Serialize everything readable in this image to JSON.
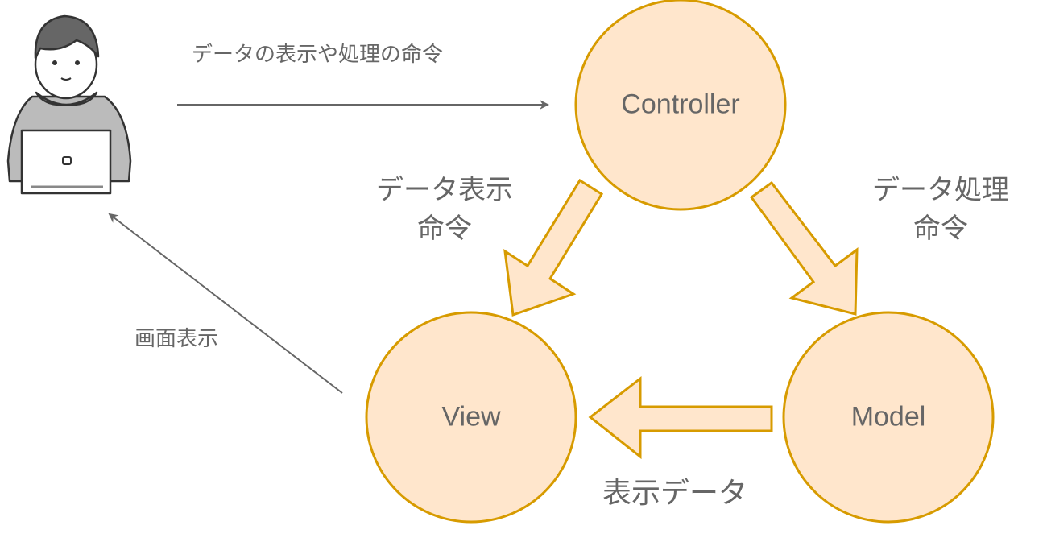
{
  "colors": {
    "node_fill": "#ffe6cc",
    "node_stroke": "#d79b00",
    "text": "#666666",
    "connector": "#666666"
  },
  "nodes": {
    "controller": "Controller",
    "view": "View",
    "model": "Model"
  },
  "labels": {
    "user_to_controller": "データの表示や処理の命令",
    "controller_to_view_line1": "データ表示",
    "controller_to_view_line2": "命令",
    "controller_to_model_line1": "データ処理",
    "controller_to_model_line2": "命令",
    "view_to_user": "画面表示",
    "model_to_view": "表示データ"
  },
  "icons": {
    "user": "person-with-laptop-icon"
  }
}
